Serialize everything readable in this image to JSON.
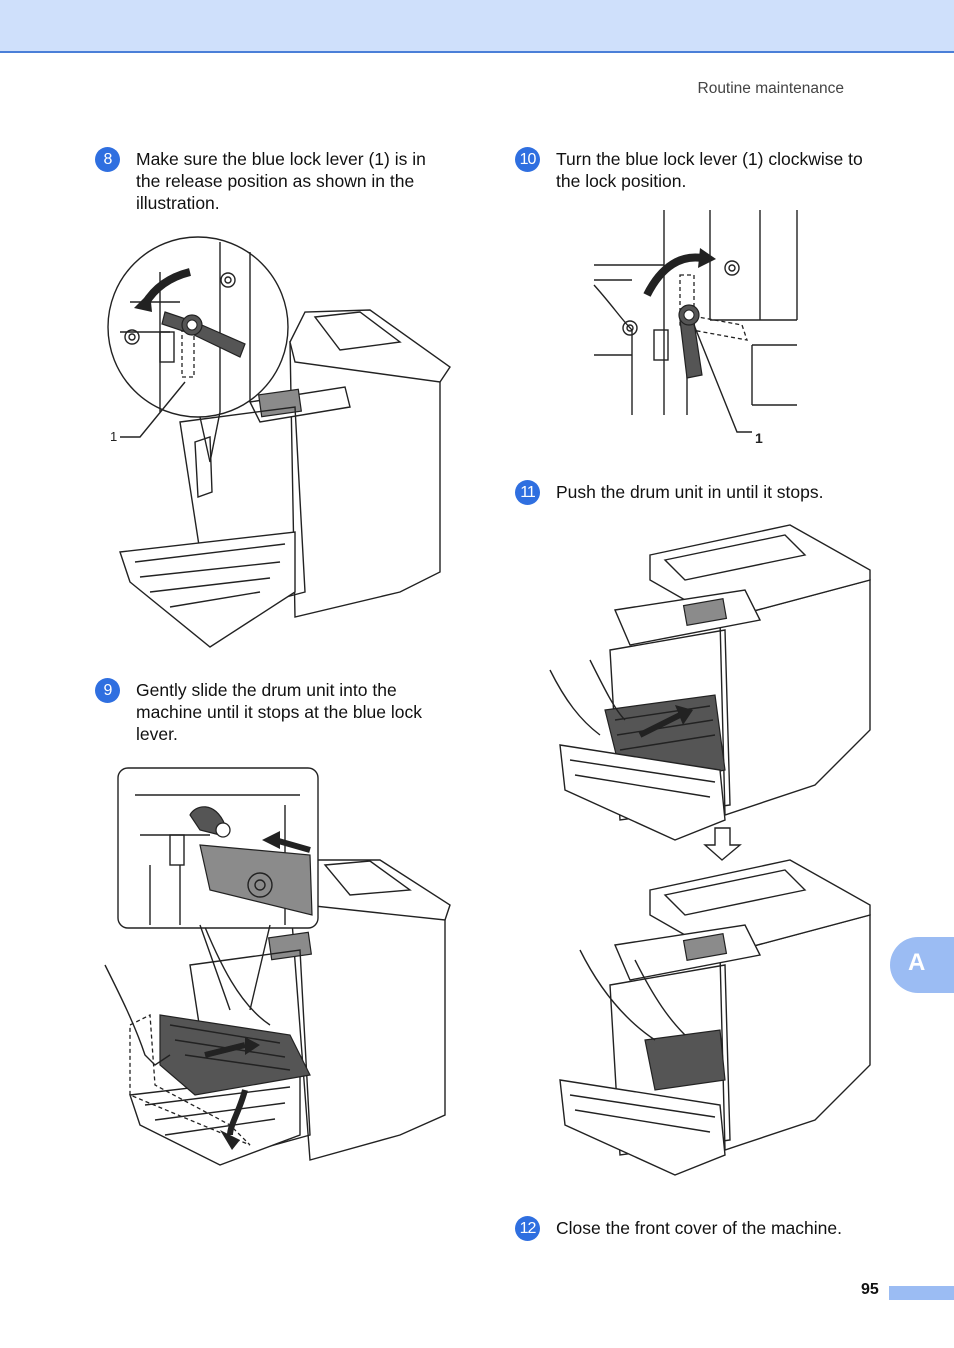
{
  "header": {
    "section_title": "Routine maintenance"
  },
  "steps": [
    {
      "number": "8",
      "text_lines": [
        "Make sure the blue lock lever (1) is in",
        "the release position as shown in the",
        "illustration."
      ]
    },
    {
      "number": "9",
      "text_lines": [
        "Gently slide the drum unit into the",
        "machine until it stops at the blue lock",
        "lever."
      ]
    },
    {
      "number": "10",
      "text_lines": [
        "Turn the blue lock lever (1) clockwise to",
        "the lock position."
      ]
    },
    {
      "number": "11",
      "text_lines": [
        "Push the drum unit in until it stops."
      ]
    },
    {
      "number": "12",
      "text_lines": [
        "Close the front cover of the machine."
      ]
    }
  ],
  "callouts": {
    "step8_label": "1",
    "step10_label": "1"
  },
  "side_tab": {
    "letter": "A"
  },
  "footer": {
    "page_number": "95"
  },
  "colors": {
    "header_band": "#cfe0fb",
    "header_rule": "#4a7fd8",
    "badge": "#2f6fe0",
    "side_tab": "#9bbcf3"
  }
}
